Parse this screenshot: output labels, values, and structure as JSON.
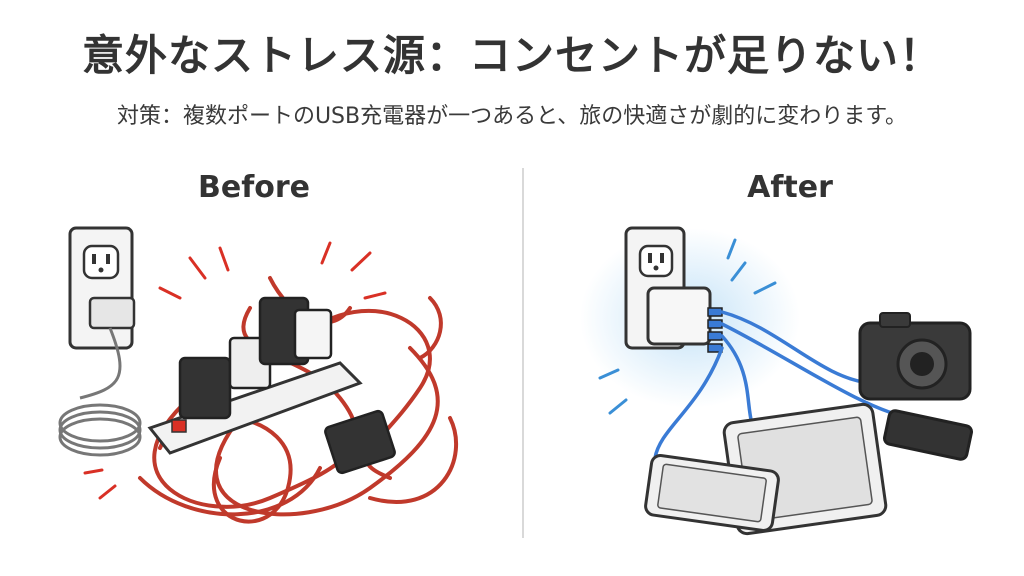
{
  "header": {
    "title": "意外なストレス源：コンセントが足りない！",
    "subtitle": "対策：複数ポートのUSB充電器が一つあると、旅の快適さが劇的に変わります。"
  },
  "panels": {
    "before": {
      "label": "Before"
    },
    "after": {
      "label": "After"
    }
  },
  "colors": {
    "cable_red": "#c0392b",
    "cable_blue": "#3a7bd5",
    "glow_blue": "#bfe0f7",
    "dark_device": "#333333"
  }
}
